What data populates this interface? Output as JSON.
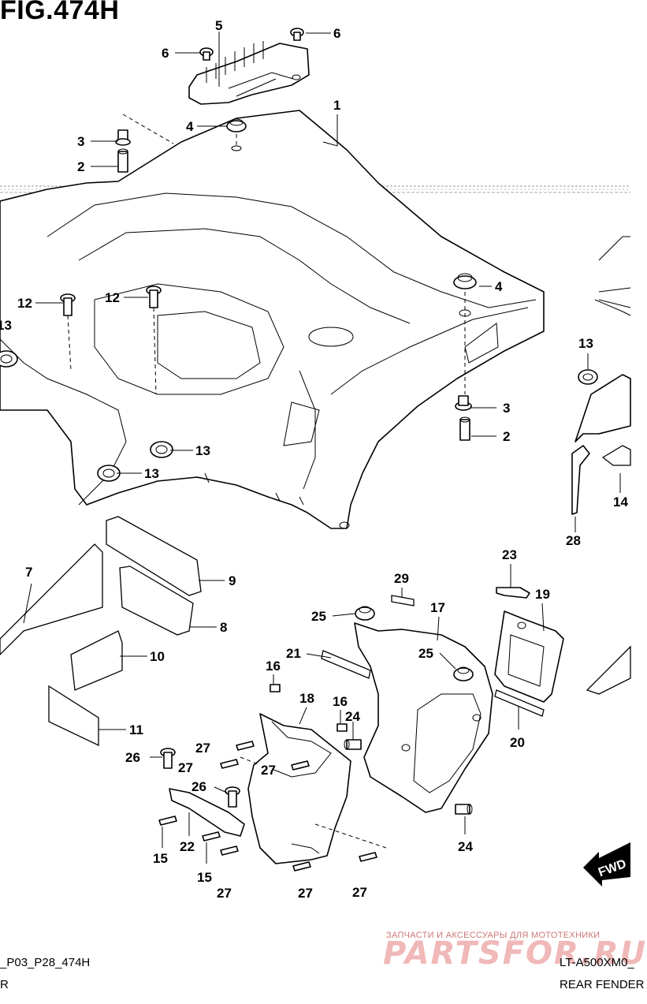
{
  "figure": {
    "title": "FIG.474H"
  },
  "footer": {
    "code_left": "_P03_P28_474H",
    "code_right": "LT-A500XM0_",
    "name_right": "REAR FENDER",
    "name_left": "R"
  },
  "watermark": {
    "tagline": "ЗАПЧАСТИ И АКСЕССУАРЫ ДЛЯ МОТОТЕХНИКИ",
    "brand": "PARTSFOR.RU"
  },
  "fwd_label": "FWD",
  "callouts": [
    {
      "id": "c1",
      "label": "1"
    },
    {
      "id": "c2a",
      "label": "2"
    },
    {
      "id": "c2b",
      "label": "2"
    },
    {
      "id": "c3a",
      "label": "3"
    },
    {
      "id": "c3b",
      "label": "3"
    },
    {
      "id": "c4a",
      "label": "4"
    },
    {
      "id": "c4b",
      "label": "4"
    },
    {
      "id": "c5",
      "label": "5"
    },
    {
      "id": "c6a",
      "label": "6"
    },
    {
      "id": "c6b",
      "label": "6"
    },
    {
      "id": "c7",
      "label": "7"
    },
    {
      "id": "c8",
      "label": "8"
    },
    {
      "id": "c9",
      "label": "9"
    },
    {
      "id": "c10",
      "label": "10"
    },
    {
      "id": "c11",
      "label": "11"
    },
    {
      "id": "c12a",
      "label": "12"
    },
    {
      "id": "c12b",
      "label": "12"
    },
    {
      "id": "c13a",
      "label": "13"
    },
    {
      "id": "c13b",
      "label": "13"
    },
    {
      "id": "c13c",
      "label": "13"
    },
    {
      "id": "c13d",
      "label": "13"
    },
    {
      "id": "c14",
      "label": "14"
    },
    {
      "id": "c15a",
      "label": "15"
    },
    {
      "id": "c15b",
      "label": "15"
    },
    {
      "id": "c16a",
      "label": "16"
    },
    {
      "id": "c16b",
      "label": "16"
    },
    {
      "id": "c17",
      "label": "17"
    },
    {
      "id": "c18",
      "label": "18"
    },
    {
      "id": "c19",
      "label": "19"
    },
    {
      "id": "c20",
      "label": "20"
    },
    {
      "id": "c21",
      "label": "21"
    },
    {
      "id": "c22",
      "label": "22"
    },
    {
      "id": "c23",
      "label": "23"
    },
    {
      "id": "c24a",
      "label": "24"
    },
    {
      "id": "c24b",
      "label": "24"
    },
    {
      "id": "c25a",
      "label": "25"
    },
    {
      "id": "c25b",
      "label": "25"
    },
    {
      "id": "c26a",
      "label": "26"
    },
    {
      "id": "c26b",
      "label": "26"
    },
    {
      "id": "c27a",
      "label": "27"
    },
    {
      "id": "c27b",
      "label": "27"
    },
    {
      "id": "c27c",
      "label": "27"
    },
    {
      "id": "c27d",
      "label": "27"
    },
    {
      "id": "c27e",
      "label": "27"
    },
    {
      "id": "c27f",
      "label": "27"
    },
    {
      "id": "c28",
      "label": "28"
    },
    {
      "id": "c29",
      "label": "29"
    }
  ]
}
